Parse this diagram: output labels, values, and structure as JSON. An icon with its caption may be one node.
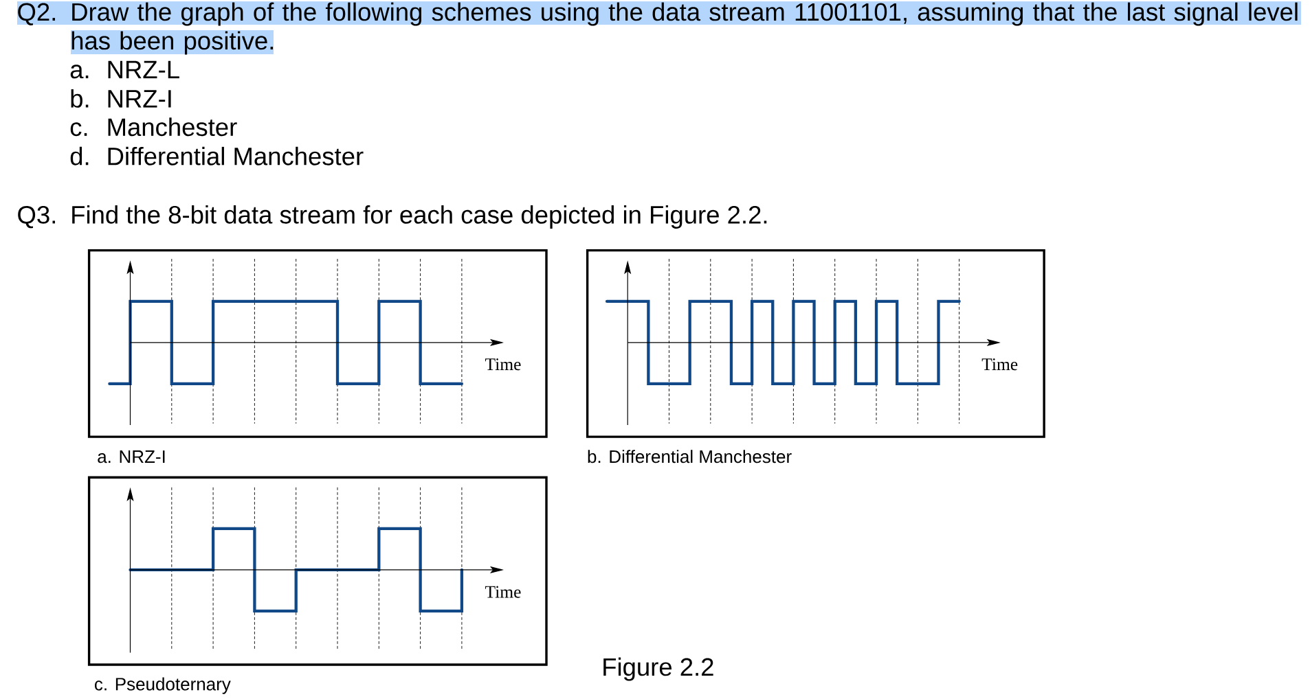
{
  "diagram": {
    "nodes": [
      {
        "text": [
          "Time"
        ],
        "beside": [
          "a. NRZ-I"
        ]
      },
      {
        "text": [
          "Time"
        ],
        "beside": [
          "b. Differential Manchester"
        ]
      },
      {
        "text": [
          "Time"
        ],
        "beside": [
          "c. Pseudoternary"
        ]
      }
    ],
    "labels": [
      "Q2.",
      "Draw the graph of the following schemes using the data stream 11001101, assuming that the last signal level has been positive.",
      "a.",
      "NRZ-L",
      "b.",
      "NRZ-I",
      "c.",
      "Manchester",
      "d.",
      "Differential Manchester",
      "Q3.",
      "Find the 8-bit data stream for each case depicted in Figure 2.2."
    ],
    "caption": "Figure 2.2"
  }
}
